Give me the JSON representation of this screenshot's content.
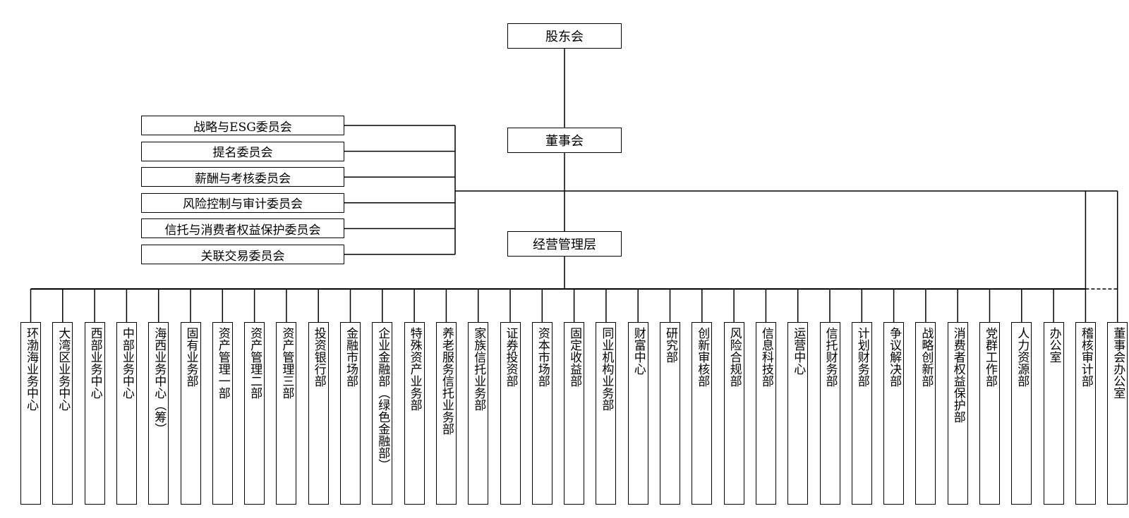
{
  "top": {
    "shareholders": "股东会",
    "board": "董事会",
    "management": "经营管理层"
  },
  "committees": [
    "战略与ESG委员会",
    "提名委员会",
    "薪酬与考核委员会",
    "风险控制与审计委员会",
    "信托与消费者权益保护委员会",
    "关联交易委员会"
  ],
  "departments": [
    "环渤海业务中心",
    "大湾区业务中心",
    "西部业务中心",
    "中部业务中心",
    "海西业务中心（筹）",
    "固有业务部",
    "资产管理一部",
    "资产管理二部",
    "资产管理三部",
    "投资银行部",
    "金融市场部",
    "企业金融部（绿色金融部）",
    "特殊资产业务部",
    "养老服务信托业务部",
    "家族信托业务部",
    "证券投资部",
    "资本市场部",
    "固定收益部",
    "同业机构业务部",
    "财富中心",
    "研究部",
    "创新审核部",
    "风险合规部",
    "信息科技部",
    "运营中心",
    "信托财务部",
    "计划财务部",
    "争议解决部",
    "战略创新部",
    "消费者权益保护部",
    "党群工作部",
    "人力资源部",
    "办公室",
    "稽核审计部",
    "董事会办公室"
  ]
}
